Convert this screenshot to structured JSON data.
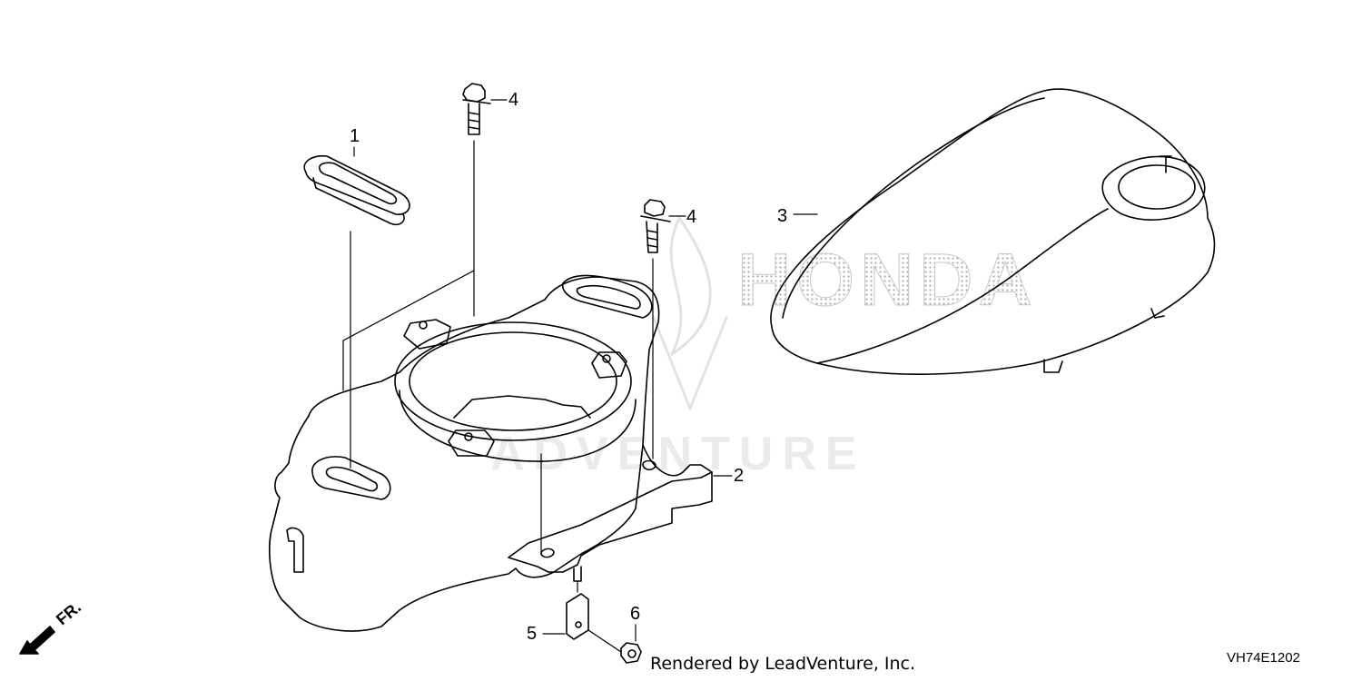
{
  "callouts": {
    "c1": "1",
    "c2": "2",
    "c3": "3",
    "c4a": "4",
    "c4b": "4",
    "c5": "5",
    "c6": "6"
  },
  "watermark": {
    "text": "ADVENTURE",
    "logo": "HONDA"
  },
  "direction_label": "FR.",
  "credit": "Rendered by LeadVenture, Inc.",
  "diagram_code": "VH74E1202"
}
